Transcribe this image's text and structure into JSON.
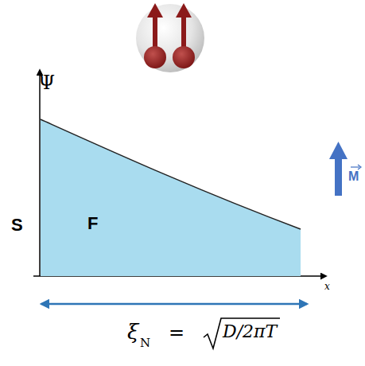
{
  "diagram": {
    "nodes": [
      {
        "text": [
          "F"
        ]
      }
    ],
    "labels": [
      "Ψ",
      "S",
      "x",
      "M",
      "ξ",
      "N",
      "=",
      "D/2πT"
    ]
  }
}
